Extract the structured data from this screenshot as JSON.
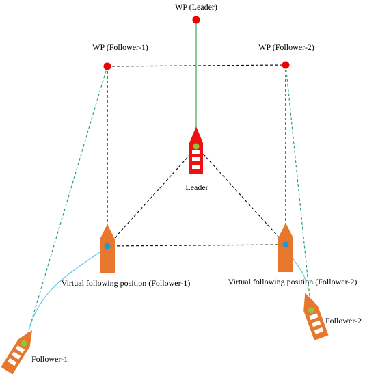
{
  "labels": {
    "wp_leader": "WP (Leader)",
    "wp_follower1": "WP (Follower-1)",
    "wp_follower2": "WP (Follower-2)",
    "leader": "Leader",
    "virtual_f1": "Virtual following position (Follower-1)",
    "virtual_f2": "Virtual following position (Follower-2)",
    "follower1": "Follower-1",
    "follower2": "Follower-2"
  },
  "colors": {
    "waypoint": "#ee0000",
    "leader_ship": "#ee1111",
    "follower_ship": "#e8772e",
    "cg_dot": "#8dc63f",
    "virtual_dot": "#1a9ad6",
    "leader_track": "#3aa655",
    "follower_track": "#2e9e6e",
    "trajectory": "#5bc8e8",
    "formation_line": "#111111"
  },
  "icons": {
    "waypoint": "circle-icon",
    "ship": "ship-icon"
  }
}
